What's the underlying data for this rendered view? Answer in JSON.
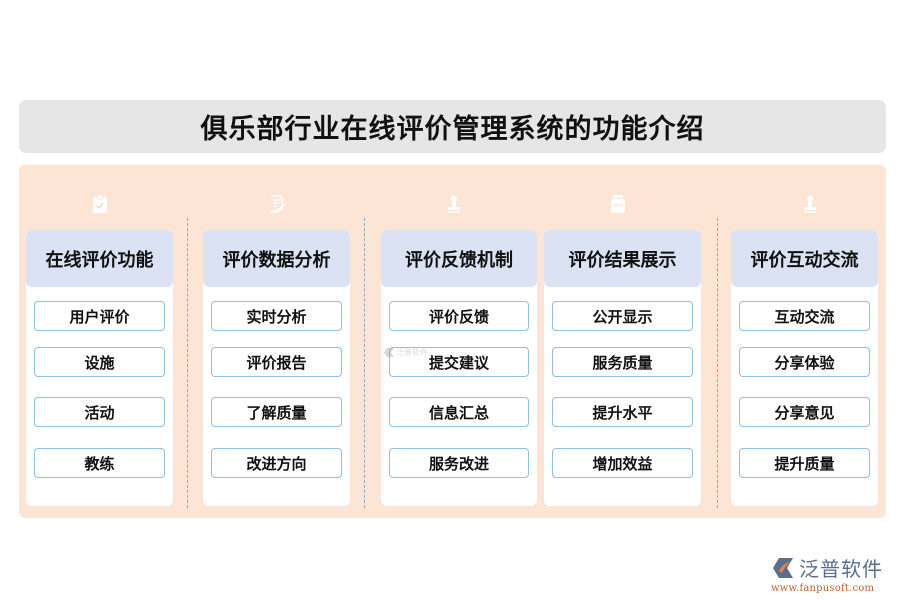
{
  "title": "俱乐部行业在线评价管理系统的功能介绍",
  "colors": {
    "title_bg": "#e6e6e6",
    "panel_bg": "#fce5d5",
    "header_bg": "#dae2f4",
    "item_border": "#8fc0e0",
    "divider": "#8ea3c4",
    "logo_text": "#5a6f8e",
    "logo_url": "#c0622a"
  },
  "columns": [
    {
      "icon": "clipboard-check-icon",
      "header": "在线评价功能",
      "items": [
        "用户评价",
        "设施",
        "活动",
        "教练"
      ]
    },
    {
      "icon": "document-edit-icon",
      "header": "评价数据分析",
      "items": [
        "实时分析",
        "评价报告",
        "了解质量",
        "改进方向"
      ]
    },
    {
      "icon": "stamp-icon",
      "header": "评价反馈机制",
      "items": [
        "评价反馈",
        "提交建议",
        "信息汇总",
        "服务改进"
      ]
    },
    {
      "icon": "jar-icon",
      "header": "评价结果展示",
      "items": [
        "公开显示",
        "服务质量",
        "提升水平",
        "增加效益"
      ]
    },
    {
      "icon": "stamp-icon",
      "header": "评价互动交流",
      "items": [
        "互动交流",
        "分享体验",
        "分享意见",
        "提升质量"
      ]
    }
  ],
  "watermark": {
    "text": "泛普软件"
  },
  "logo": {
    "name": "泛普软件",
    "url": "www.fanpusoft.com"
  }
}
